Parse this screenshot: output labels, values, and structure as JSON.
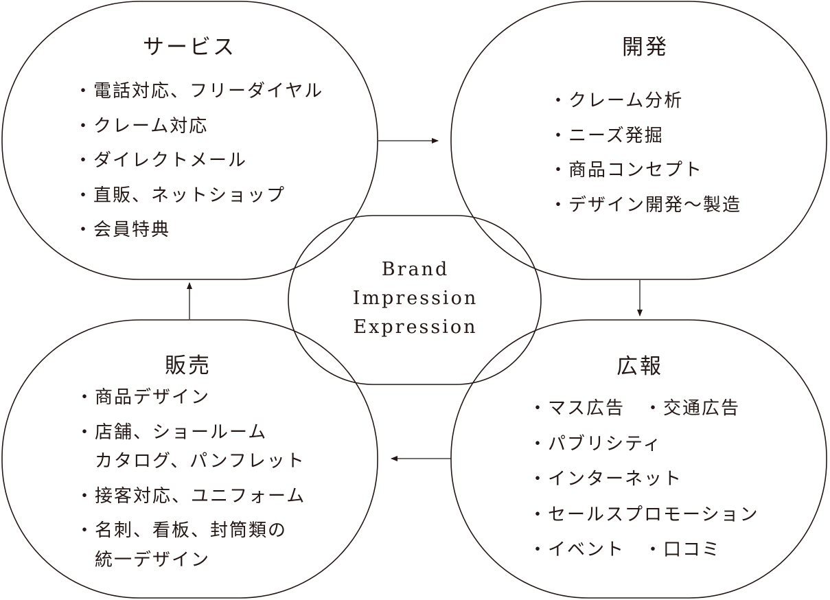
{
  "center": {
    "lines": [
      "Brand",
      "Impression",
      "Expression"
    ]
  },
  "service": {
    "title": "サービス",
    "items": [
      "・電話対応、フリーダイヤル",
      "・クレーム対応",
      "・ダイレクトメール",
      "・直販、ネットショップ",
      "・会員特典"
    ]
  },
  "development": {
    "title": "開発",
    "items": [
      "・クレーム分析",
      "・ニーズ発掘",
      "・商品コンセプト",
      "・デザイン開発〜製造"
    ]
  },
  "sales": {
    "title": "販売",
    "items": [
      "・商品デザイン",
      "・店舗、ショールーム",
      "　カタログ、パンフレット",
      "・接客対応、ユニフォーム",
      "・名刺、看板、封筒類の",
      "　統一デザイン"
    ]
  },
  "pr": {
    "title": "広報",
    "items": [
      "・マス広告　・交通広告",
      "・パブリシティ",
      "・インターネット",
      "・セールスプロモーション",
      "・イベント　・口コミ"
    ]
  }
}
